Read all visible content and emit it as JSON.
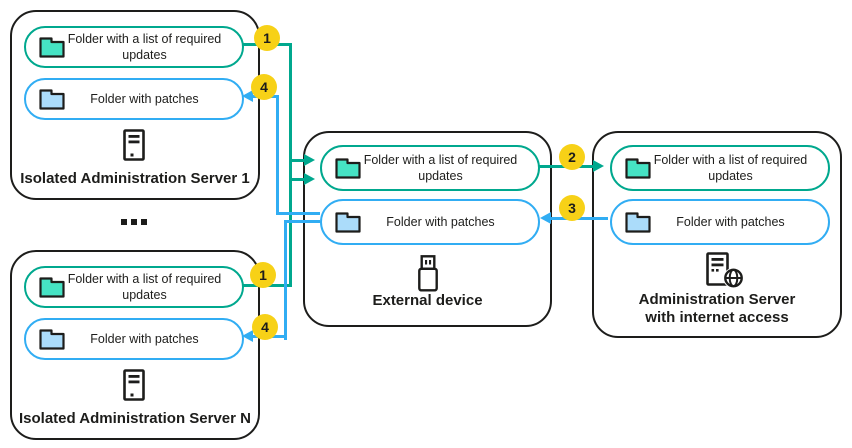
{
  "diagram": {
    "colors": {
      "outline": "#1d1d1b",
      "updates_accent": "#00a88e",
      "patches_accent": "#31adf3",
      "updates_folder_fill": "#46e3c4",
      "patches_folder_fill": "#abdcfa",
      "badge_bg": "#f7d117",
      "badge_text": "#1d1d1b",
      "background": "#ffffff"
    },
    "icons": {
      "server1": "server-tower-icon",
      "serverN": "server-tower-icon",
      "external": "usb-drive-icon",
      "admin": "server-globe-icon",
      "folders": "folder-icon"
    },
    "server1": {
      "title": "Isolated Administration Server 1",
      "updates_folder": "Folder with a list of required updates",
      "patches_folder": "Folder with patches"
    },
    "serverN": {
      "title": "Isolated Administration Server N",
      "updates_folder": "Folder with a list of required updates",
      "patches_folder": "Folder with patches"
    },
    "external": {
      "title": "External device",
      "updates_folder": "Folder with a list of required updates",
      "patches_folder": "Folder with patches"
    },
    "admin": {
      "title": "Administration Server\nwith internet access",
      "updates_folder": "Folder with a list of required updates",
      "patches_folder": "Folder with patches"
    },
    "steps": {
      "step1_server1": "1",
      "step4_server1": "4",
      "step1_serverN": "1",
      "step4_serverN": "4",
      "step2": "2",
      "step3": "3"
    },
    "ellipsis_label": "..."
  }
}
